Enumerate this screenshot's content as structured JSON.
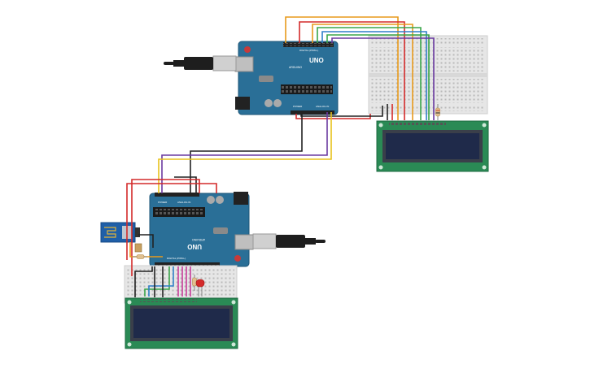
{
  "board_top": {
    "logo_text": "UNO",
    "brand_text": "ARDUINO",
    "digital_header": "DIGITAL (PWM~)",
    "power_header": "POWER",
    "analog_header": "ANALOG IN"
  },
  "board_bottom": {
    "logo_text": "UNO",
    "brand_text": "ARDUINO",
    "digital_header": "DIGITAL (PWM~)",
    "power_header": "POWER",
    "analog_header": "ANALOG IN"
  },
  "colors": {
    "board": "#2a6f97",
    "board_edge": "#1d5577",
    "lcd_pcb": "#2a8a55",
    "lcd_screen": "#1f2a4a",
    "breadboard": "#e8e8e8",
    "wire_orange": "#e89a1c",
    "wire_red": "#d42a2a",
    "wire_green": "#3aa64a",
    "wire_blue": "#2f7fc8",
    "wire_purple": "#6a3aa0",
    "wire_yellow": "#e8c21c",
    "wire_black": "#222222",
    "wire_magenta": "#c83c9a"
  },
  "icons": [
    "usb-cable-icon",
    "esp8266-module-icon",
    "led-icon",
    "resistor-icon",
    "potentiometer-icon"
  ]
}
